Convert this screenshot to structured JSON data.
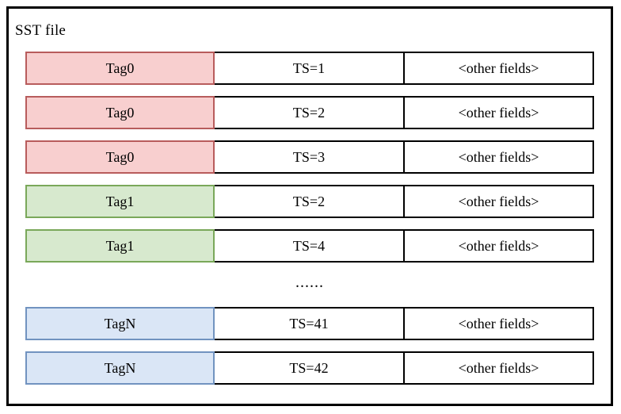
{
  "diagram": {
    "title": "SST file",
    "columns": [
      "tag",
      "timestamp",
      "other"
    ],
    "ellipsis": "......",
    "colors": {
      "pink_fill": "#f8cfcf",
      "pink_border": "#b85c5c",
      "green_fill": "#d7e9ce",
      "green_border": "#7aa85a",
      "blue_fill": "#dae6f6",
      "blue_border": "#7193c0",
      "cell_border": "#000000",
      "frame_border": "#000000",
      "background": "#ffffff"
    },
    "rows": [
      {
        "tag": "Tag0",
        "ts": "TS=1",
        "other": "<other fields>",
        "color": "pink"
      },
      {
        "tag": "Tag0",
        "ts": "TS=2",
        "other": "<other fields>",
        "color": "pink"
      },
      {
        "tag": "Tag0",
        "ts": "TS=3",
        "other": "<other fields>",
        "color": "pink"
      },
      {
        "tag": "Tag1",
        "ts": "TS=2",
        "other": "<other fields>",
        "color": "green"
      },
      {
        "tag": "Tag1",
        "ts": "TS=4",
        "other": "<other fields>",
        "color": "green"
      },
      {
        "tag": "TagN",
        "ts": "TS=41",
        "other": "<other fields>",
        "color": "blue"
      },
      {
        "tag": "TagN",
        "ts": "TS=42",
        "other": "<other fields>",
        "color": "blue"
      }
    ]
  }
}
